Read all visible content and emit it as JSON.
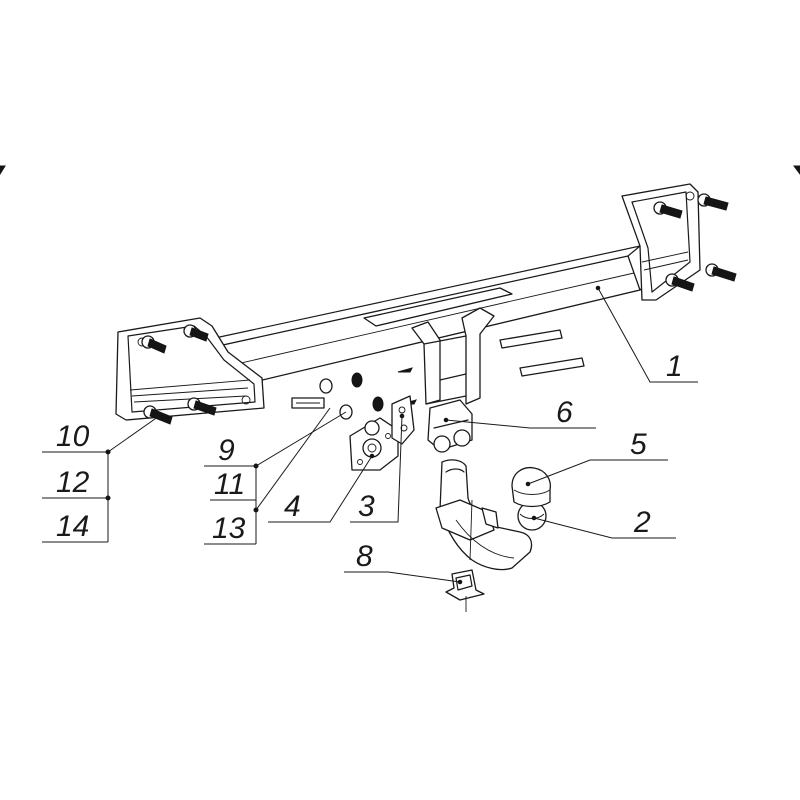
{
  "callouts": [
    {
      "id": "1",
      "label": "1"
    },
    {
      "id": "2",
      "label": "2"
    },
    {
      "id": "3",
      "label": "3"
    },
    {
      "id": "4",
      "label": "4"
    },
    {
      "id": "5",
      "label": "5"
    },
    {
      "id": "6",
      "label": "6"
    },
    {
      "id": "8",
      "label": "8"
    },
    {
      "id": "9",
      "label": "9"
    },
    {
      "id": "10",
      "label": "10"
    },
    {
      "id": "11",
      "label": "11"
    },
    {
      "id": "12",
      "label": "12"
    },
    {
      "id": "13",
      "label": "13"
    },
    {
      "id": "14",
      "label": "14"
    }
  ]
}
